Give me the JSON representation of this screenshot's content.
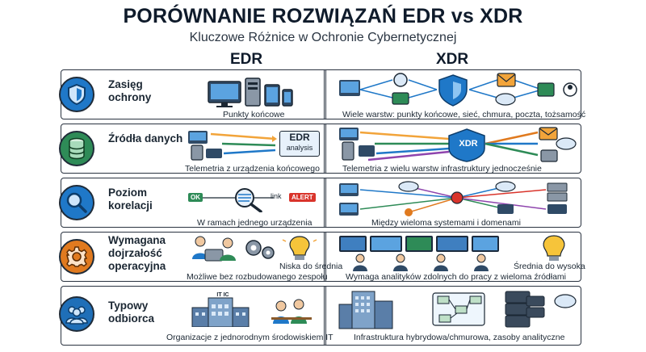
{
  "title": "PORÓWNANIE ROZWIĄZAŃ EDR vs XDR",
  "subtitle": "Kluczowe Różnice w Ochronie Cybernetycznej",
  "columns": {
    "edr": "EDR",
    "xdr": "XDR"
  },
  "rows": [
    {
      "label": "Zasięg ochrony",
      "icon": "shield-icon",
      "icon_color": "#1f78c8",
      "edr": "Punkty końcowe",
      "xdr": "Wiele warstw: punkty końcowe, sieć, chmura, poczta, tożsamość"
    },
    {
      "label": "Źródła danych",
      "icon": "database-icon",
      "icon_color": "#2e8b57",
      "edr": "Telemetria z urządzenia końcowego",
      "xdr": "Telemetria z wielu warstw infrastruktury jednocześnie",
      "edr_box": "EDR",
      "edr_box_sub": "analysis",
      "xdr_box": "XDR"
    },
    {
      "label": "Poziom korelacji",
      "icon": "magnifier-icon",
      "icon_color": "#1f78c8",
      "edr": "W ramach jednego urządzenia",
      "xdr": "Między wieloma systemami i domenami",
      "flow": [
        "OK",
        "link",
        "ALERT"
      ]
    },
    {
      "label": "Wymagana dojrzałość operacyjna",
      "icon": "gear-icon",
      "icon_color": "#e07a1f",
      "edr_level": "Niska do średnia",
      "edr": "Możliwe bez rozbudowanego zespołu",
      "xdr_level": "Średnia do wysoka",
      "xdr": "Wymaga analityków zdolnych do pracy z wieloma źródłami"
    },
    {
      "label": "Typowy odbiorca",
      "icon": "people-icon",
      "icon_color": "#1f6fb8",
      "edr": "Organizacje z jednorodnym środowiskiem IT",
      "xdr": "Infrastruktura hybrydowa/chmurowa, zasoby analityczne",
      "building_sign": "IT IC"
    }
  ],
  "colors": {
    "blue": "#1f78c8",
    "green": "#2e8b57",
    "orange": "#e07a1f",
    "dark": "#1b2733"
  }
}
